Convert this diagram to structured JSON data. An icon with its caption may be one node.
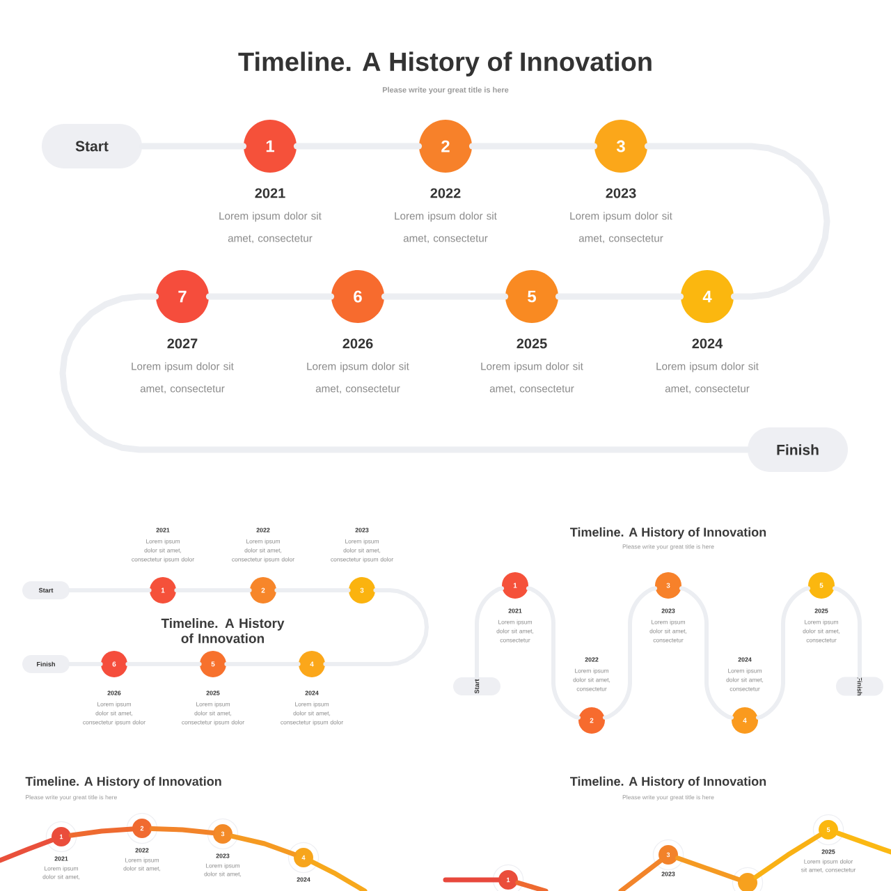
{
  "diagram": {
    "title": "Timeline. A History of Innovation",
    "nodes": [
      {
        "text": [
          "Start"
        ]
      },
      {
        "text": [
          "1"
        ],
        "beside": [
          "2021",
          "Lorem ipsum dolor sit amet, consectetur"
        ]
      },
      {
        "text": [
          "2"
        ],
        "beside": [
          "2022",
          "Lorem ipsum dolor sit amet, consectetur"
        ]
      },
      {
        "text": [
          "3"
        ],
        "beside": [
          "2023",
          "Lorem ipsum dolor sit amet, consectetur"
        ]
      },
      {
        "text": [
          "4"
        ],
        "beside": [
          "2024",
          "Lorem ipsum dolor sit amet, consectetur"
        ]
      },
      {
        "text": [
          "5"
        ],
        "beside": [
          "2025",
          "Lorem ipsum dolor sit amet, consectetur"
        ]
      },
      {
        "text": [
          "6"
        ],
        "beside": [
          "2026",
          "Lorem ipsum dolor sit amet, consectetur"
        ]
      },
      {
        "text": [
          "7"
        ],
        "beside": [
          "2027",
          "Lorem ipsum dolor sit amet, consectetur"
        ]
      },
      {
        "text": [
          "Finish"
        ]
      },
      {
        "text": [
          "Start"
        ]
      },
      {
        "text": [
          "1"
        ],
        "beside": [
          "2021",
          "Lorem ipsum dolor sit amet, consectetur ipsum dolor"
        ]
      },
      {
        "text": [
          "2"
        ],
        "beside": [
          "2022",
          "Lorem ipsum dolor sit amet, consectetur ipsum dolor"
        ]
      },
      {
        "text": [
          "3"
        ],
        "beside": [
          "2023",
          "Lorem ipsum dolor sit amet, consectetur ipsum dolor"
        ]
      },
      {
        "text": [
          "Finish"
        ]
      },
      {
        "text": [
          "6"
        ],
        "beside": [
          "2026",
          "Lorem ipsum dolor sit amet, consectetur ipsum dolor"
        ]
      },
      {
        "text": [
          "5"
        ],
        "beside": [
          "2025",
          "Lorem ipsum dolor sit amet, consectetur ipsum dolor"
        ]
      },
      {
        "text": [
          "4"
        ],
        "beside": [
          "2024",
          "Lorem ipsum dolor sit amet, consectetur ipsum dolor"
        ]
      },
      {
        "text": [
          "Start"
        ]
      },
      {
        "text": [
          "1"
        ],
        "beside": [
          "2021",
          "Lorem ipsum dolor sit amet, consectetur"
        ]
      },
      {
        "text": [
          "2"
        ],
        "beside": [
          "2022",
          "Lorem ipsum dolor sit amet, consectetur"
        ]
      },
      {
        "text": [
          "3"
        ],
        "beside": [
          "2023",
          "Lorem ipsum dolor sit amet, consectetur"
        ]
      },
      {
        "text": [
          "4"
        ],
        "beside": [
          "2024",
          "Lorem ipsum dolor sit amet, consectetur"
        ]
      },
      {
        "text": [
          "5"
        ],
        "beside": [
          "2025",
          "Lorem ipsum dolor sit amet, consectetur"
        ]
      },
      {
        "text": [
          "Finish"
        ]
      },
      {
        "text": [
          "1"
        ],
        "beside": [
          "2021",
          "Lorem ipsum dolor sit amet,"
        ]
      },
      {
        "text": [
          "2"
        ],
        "beside": [
          "2022",
          "Lorem ipsum dolor sit amet,"
        ]
      },
      {
        "text": [
          "3"
        ],
        "beside": [
          "2023",
          "Lorem ipsum dolor sit amet,"
        ]
      },
      {
        "text": [
          "4"
        ],
        "beside": [
          "2024"
        ]
      },
      {
        "text": [
          "1"
        ]
      },
      {
        "text": [
          "3"
        ],
        "beside": [
          "2023"
        ]
      },
      {
        "text": [],
        "shape": "circle"
      },
      {
        "text": [
          "5"
        ],
        "beside": [
          "2025",
          "Lorem ipsum dolor sit amet, consectetur"
        ]
      }
    ],
    "edges": [
      {
        "from": 0,
        "to": 1,
        "arrow": "none"
      },
      {
        "from": 1,
        "to": 2,
        "arrow": "none"
      },
      {
        "from": 2,
        "to": 3,
        "arrow": "none"
      },
      {
        "from": 3,
        "to": 4,
        "arrow": "none"
      },
      {
        "from": 4,
        "to": 5,
        "arrow": "none"
      },
      {
        "from": 5,
        "to": 6,
        "arrow": "none"
      },
      {
        "from": 6,
        "to": 7,
        "arrow": "none"
      },
      {
        "from": 7,
        "to": 8,
        "arrow": "none"
      },
      {
        "from": 9,
        "to": 10,
        "arrow": "none"
      },
      {
        "from": 10,
        "to": 11,
        "arrow": "none"
      },
      {
        "from": 11,
        "to": 12,
        "arrow": "none"
      },
      {
        "from": 12,
        "to": 16,
        "arrow": "none"
      },
      {
        "from": 16,
        "to": 15,
        "arrow": "none"
      },
      {
        "from": 15,
        "to": 14,
        "arrow": "none"
      },
      {
        "from": 14,
        "to": 13,
        "arrow": "none"
      },
      {
        "from": 17,
        "to": 18,
        "arrow": "none"
      },
      {
        "from": 18,
        "to": 19,
        "arrow": "none"
      },
      {
        "from": 19,
        "to": 20,
        "arrow": "none"
      },
      {
        "from": 20,
        "to": 21,
        "arrow": "none"
      },
      {
        "from": 21,
        "to": 22,
        "arrow": "none"
      },
      {
        "from": 22,
        "to": 23,
        "arrow": "none"
      },
      {
        "from": null,
        "to": 24,
        "arrow": "none",
        "color": "#e9503b"
      },
      {
        "from": 24,
        "to": 25,
        "arrow": "none",
        "color": "#ee6a30"
      },
      {
        "from": 25,
        "to": 26,
        "arrow": "none",
        "color": "#f2842a"
      },
      {
        "from": 26,
        "to": 27,
        "arrow": "none",
        "color": "#f59a22"
      },
      {
        "from": 27,
        "to": null,
        "arrow": "none",
        "color": "#f7a81c"
      },
      {
        "from": null,
        "to": 28,
        "arrow": "none",
        "color": "#e8483c"
      },
      {
        "from": 28,
        "to": null,
        "arrow": "none",
        "color": "#ee6a30"
      },
      {
        "from": null,
        "to": 29,
        "arrow": "none",
        "color": "#f2842a"
      },
      {
        "from": 29,
        "to": 30,
        "arrow": "none",
        "color": "#f59a22"
      },
      {
        "from": 30,
        "to": 31,
        "arrow": "none",
        "color": "#f9b114"
      },
      {
        "from": 31,
        "to": null,
        "arrow": "none",
        "color": "#fbb813"
      }
    ],
    "labels": [
      "Please write your great title is here",
      "Timeline. A History of Innovation",
      "Timeline. A History of Innovation",
      "Please write your great title is here",
      "Timeline. A History of Innovation",
      "Please write your great title is here",
      "Timeline. A History of Innovation",
      "Please write your great title is here"
    ]
  }
}
